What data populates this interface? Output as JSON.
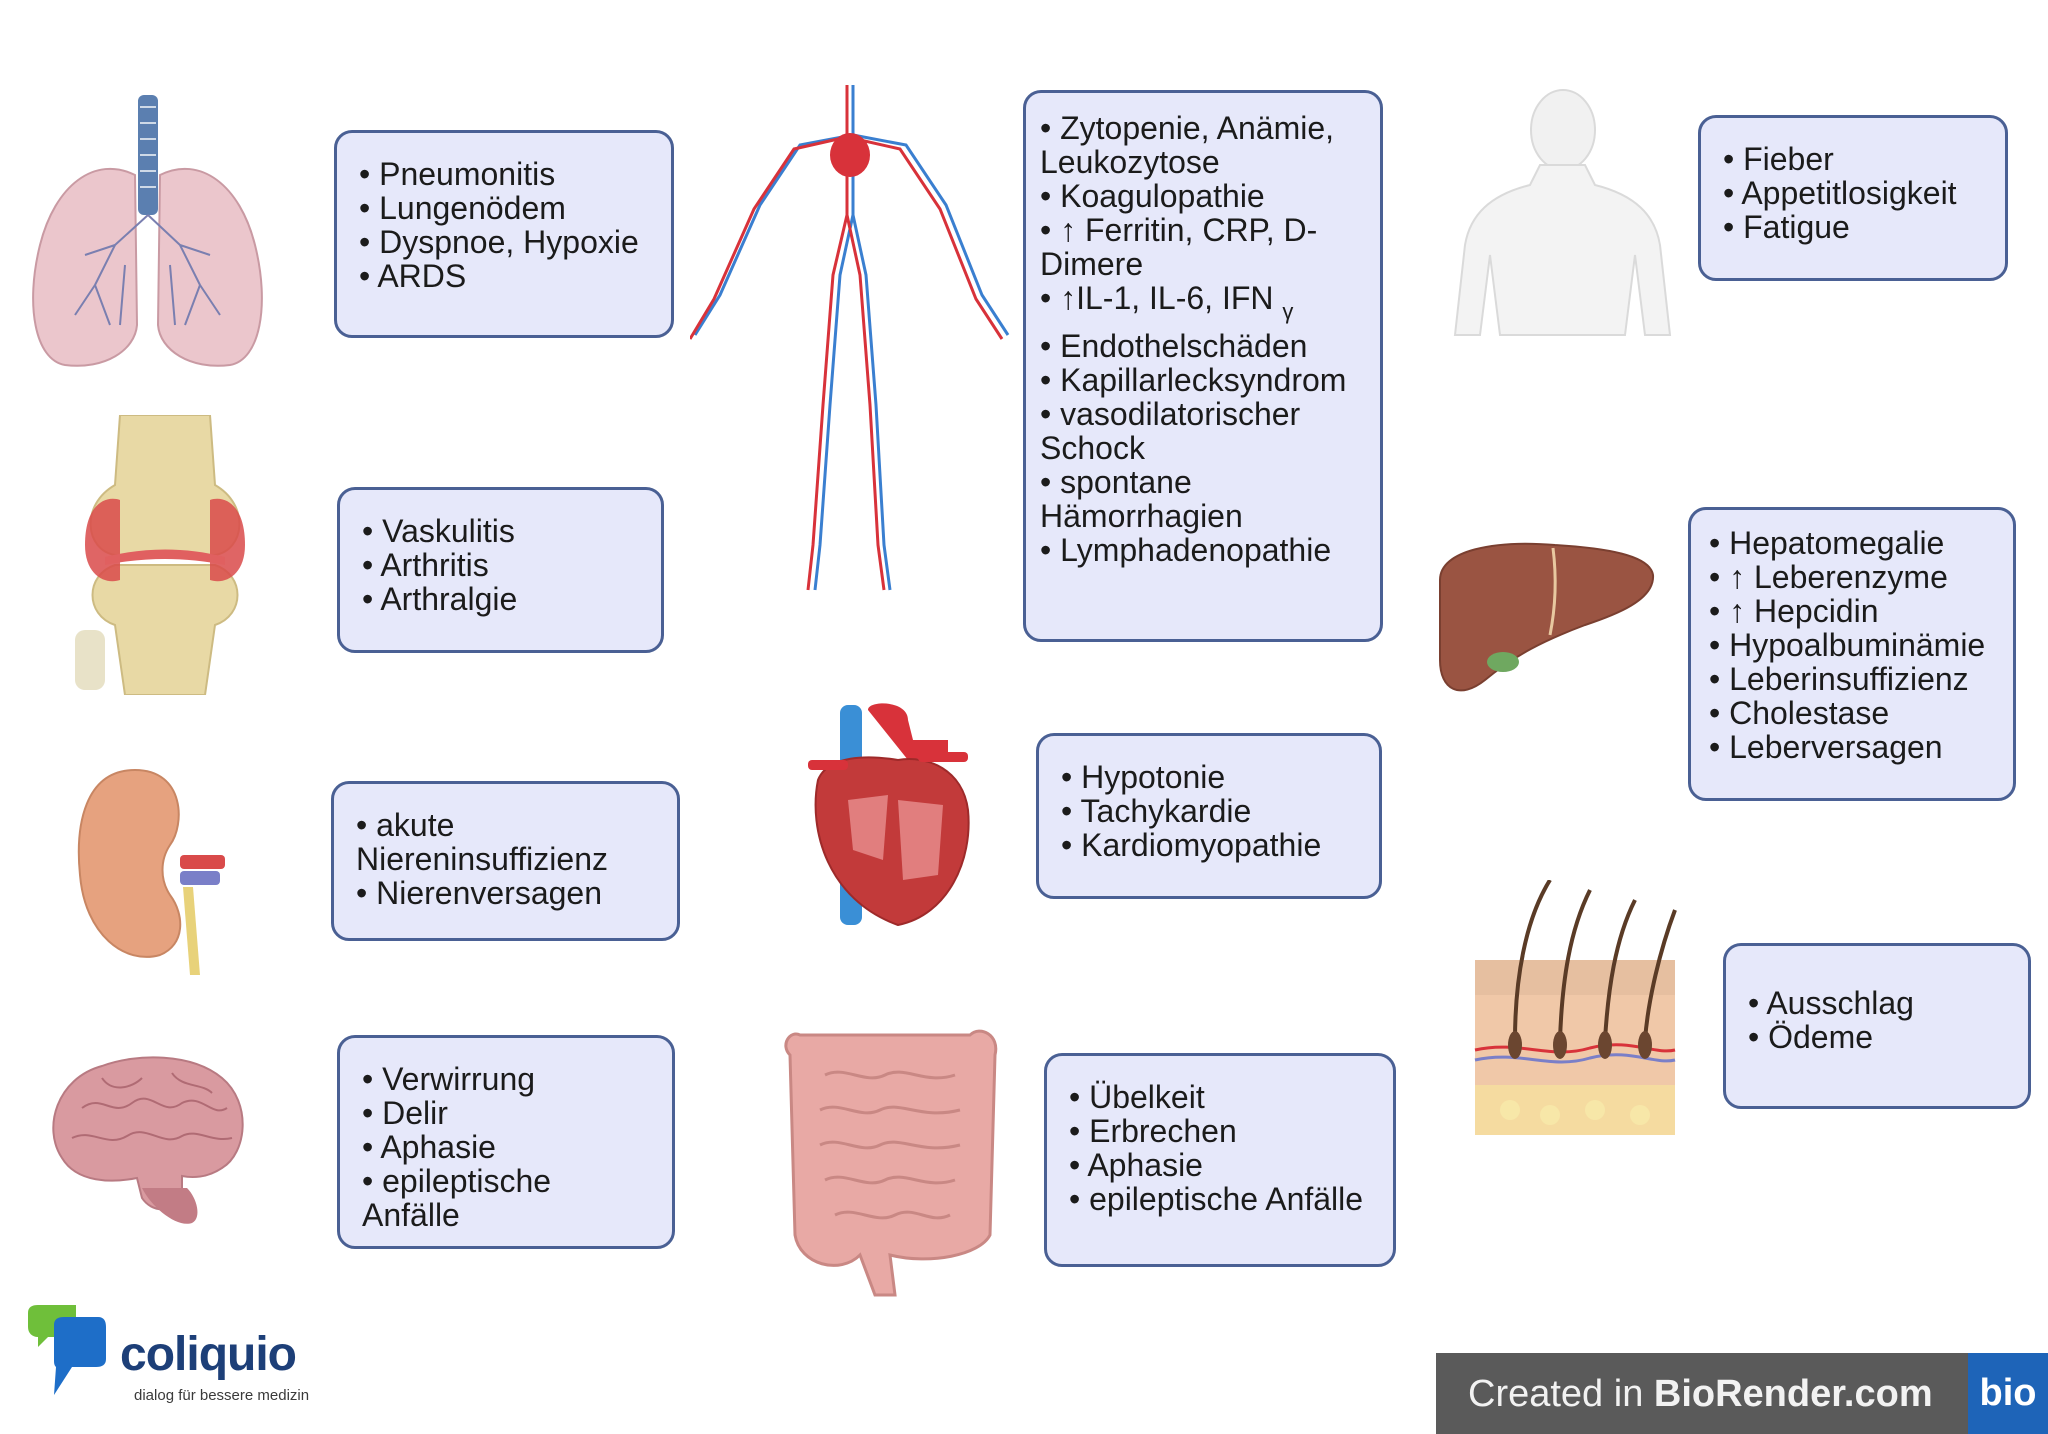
{
  "boxes": {
    "lung": {
      "items": [
        "Pneumonitis",
        "Lungenödem",
        "Dyspnoe, Hypoxie",
        "ARDS"
      ]
    },
    "joint": {
      "items": [
        "Vaskulitis",
        "Arthritis",
        "Arthralgie"
      ]
    },
    "kidney": {
      "items": [
        "akute Niereninsuffizienz",
        "Nierenversagen"
      ]
    },
    "brain": {
      "items": [
        "Verwirrung",
        "Delir",
        "Aphasie",
        "epileptische Anfälle"
      ]
    },
    "vascular": {
      "items": [
        "Zytopenie, Anämie, Leukozytose",
        "Koagulopathie",
        "↑ Ferritin, CRP, D-Dimere",
        "↑IL-1, IL-6, IFN",
        "Endothelschäden",
        "Kapillarlecksyndrom",
        "vasodilatorischer Schock",
        "spontane Hämorrhagien",
        "Lymphadenopathie"
      ],
      "ifn_subscript": "γ"
    },
    "heart": {
      "items": [
        "Hypotonie",
        "Tachykardie",
        "Kardiomyopathie"
      ]
    },
    "gut": {
      "items": [
        "Übelkeit",
        "Erbrechen",
        "Aphasie",
        "epileptische Anfälle"
      ]
    },
    "body": {
      "items": [
        "Fieber",
        "Appetitlosigkeit",
        "Fatigue"
      ]
    },
    "liver": {
      "items": [
        "Hepatomegalie",
        "↑ Leberenzyme",
        "↑ Hepcidin",
        "Hypoalbuminämie",
        "Leberinsuffizienz",
        "Cholestase",
        "Leberversagen"
      ]
    },
    "skin": {
      "items": [
        "Ausschlag",
        "Ödeme"
      ]
    }
  },
  "logo": {
    "name": "coliquio",
    "tagline": "dialog für bessere medizin"
  },
  "brand": {
    "prefix": "Created in ",
    "name": "BioRender.com",
    "badge": "bio"
  },
  "colors": {
    "box_fill": "#e6e8fa",
    "box_border": "#4a6094",
    "artery": "#d8323a",
    "vein": "#3a7fd0"
  },
  "icons": [
    "lungs-icon",
    "knee-joint-icon",
    "kidney-icon",
    "brain-icon",
    "circulatory-system-icon",
    "heart-icon",
    "intestine-icon",
    "human-torso-icon",
    "liver-icon",
    "skin-icon"
  ]
}
